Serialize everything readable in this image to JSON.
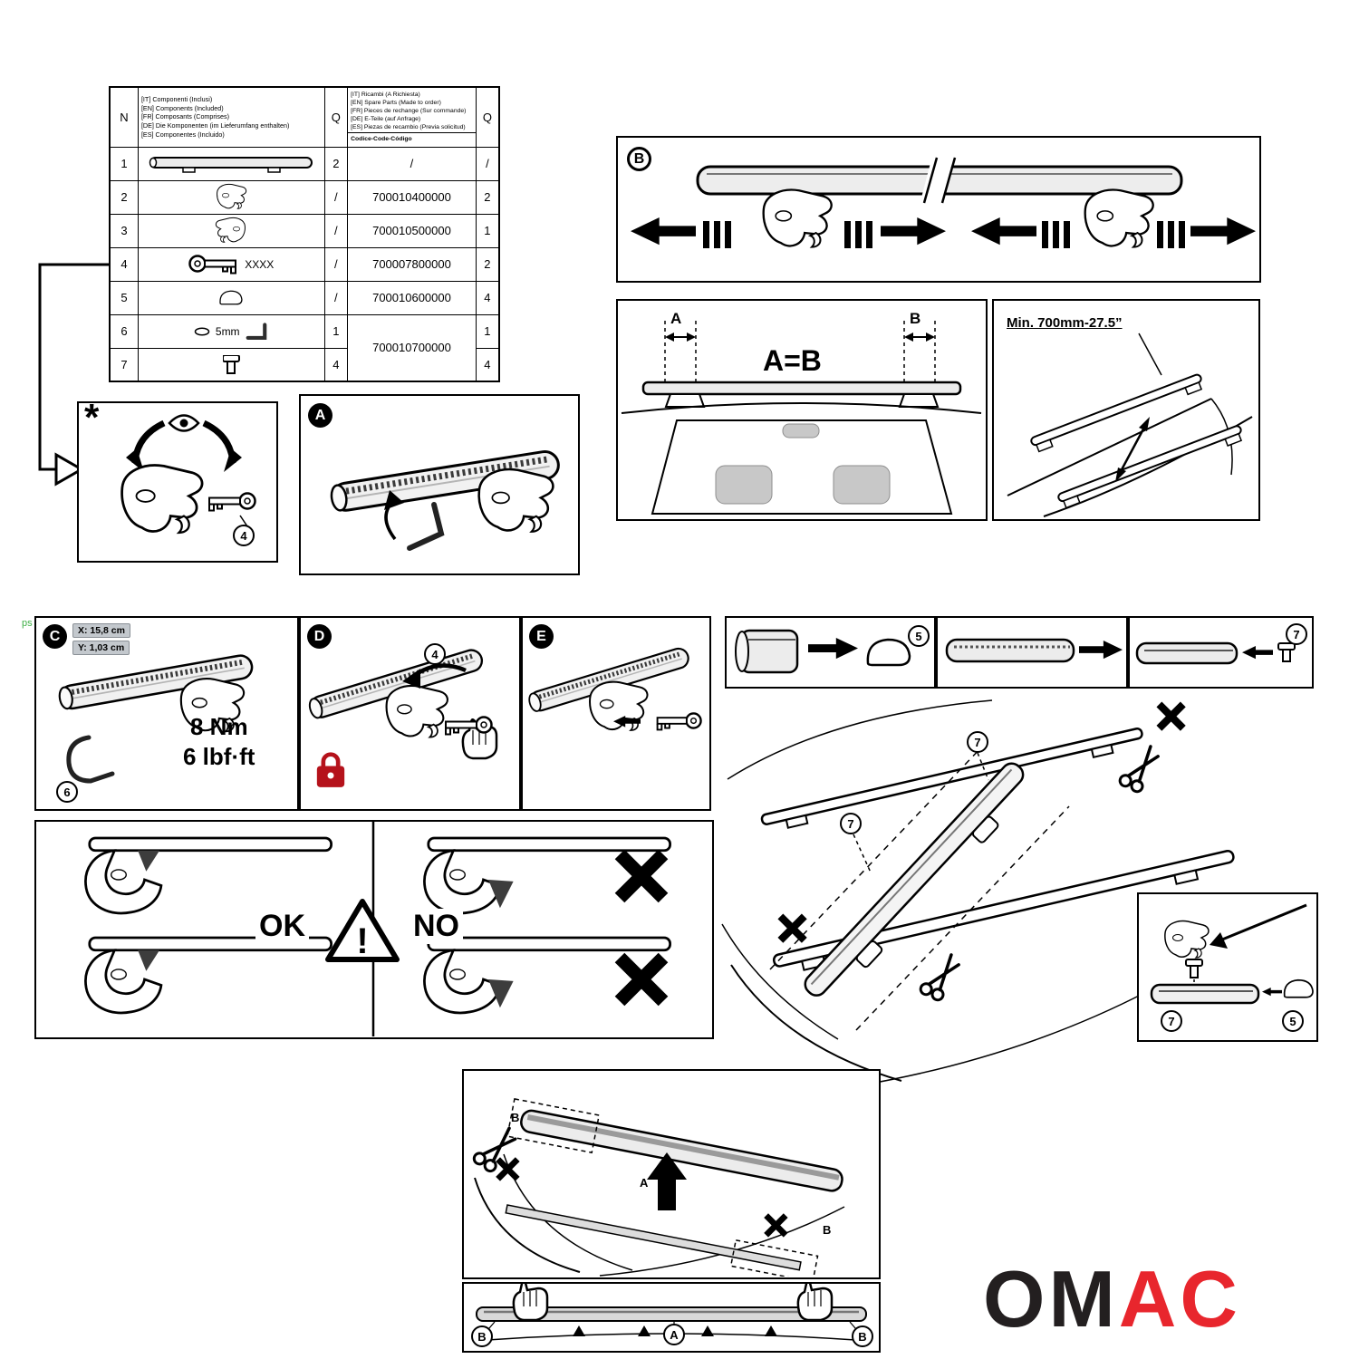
{
  "colors": {
    "red": "#e01b22",
    "lock_red": "#b5121b",
    "green": "#3faf46",
    "gray_fill": "#c3c8cd"
  },
  "watermark_text": "ps",
  "parts_table": {
    "headers": {
      "n": "N",
      "q_included": "Q",
      "q_spare": "Q",
      "included_lines": [
        "[IT] Componenti (Inclusi)",
        "[EN] Components (Included)",
        "[FR] Composants (Comprises)",
        "[DE] Die Komponenten (im Lieferumfang enthalten)",
        "[ES] Componentes (Incluido)"
      ],
      "spare_lines": [
        "[IT] Ricambi (A Richiesta)",
        "[EN] Spare Parts (Made to order)",
        "[FR] Pieces de rechange (Sur commande)",
        "[DE] E-Teile (auf Anfrage)",
        "[ES] Piezas de recambio (Previa solicitud)"
      ],
      "code_label": "Codice-Code-Código"
    },
    "rows": [
      {
        "n": "1",
        "q_included": "2",
        "code": "/",
        "q_spare": "/"
      },
      {
        "n": "2",
        "q_included": "/",
        "code": "700010400000",
        "q_spare": "2"
      },
      {
        "n": "3",
        "q_included": "/",
        "code": "700010500000",
        "q_spare": "1"
      },
      {
        "n": "4",
        "extra": "XXXX",
        "q_included": "/",
        "code": "700007800000",
        "q_spare": "2"
      },
      {
        "n": "5",
        "q_included": "/",
        "code": "700010600000",
        "q_spare": "4"
      },
      {
        "n": "6",
        "extra": "5mm",
        "q_included": "1",
        "code": "700010700000",
        "q_spare": "1"
      },
      {
        "n": "7",
        "q_included": "4",
        "q_spare": "4"
      }
    ]
  },
  "steps": {
    "star": {
      "label": "*",
      "callout_key": "4"
    },
    "a": {
      "label": "A"
    },
    "b": {
      "label": "B"
    },
    "measure": {
      "label_a": "A",
      "label_b": "B",
      "equation": "A=B"
    },
    "min_distance": {
      "text": "Min. 700mm-27.5”"
    },
    "c": {
      "label": "C",
      "dim_x": "X: 15,8 cm",
      "dim_y": "Y: 1,03 cm",
      "torque_nm": "8 Nm",
      "torque_lbf": "6 lbf·ft",
      "callout_hook": "6"
    },
    "d": {
      "label": "D",
      "callout_key": "4"
    },
    "e": {
      "label": "E"
    },
    "cap_step": {
      "callout": "5"
    },
    "pin_step": {
      "callout": "7"
    },
    "roof_cut": {
      "callout_pin_top": "7",
      "callout_pin_mid": "7"
    },
    "detail": {
      "callout_pin": "7",
      "callout_cap": "5"
    },
    "ok_no": {
      "ok": "OK",
      "no": "NO",
      "warning": "!"
    },
    "install": {
      "label_a": "A",
      "label_b1": "B",
      "label_b2": "B"
    },
    "press": {
      "label_b_left": "B",
      "label_a": "A",
      "label_b_right": "B"
    }
  },
  "logo": {
    "black_part": "OM",
    "red_part": "AC"
  }
}
